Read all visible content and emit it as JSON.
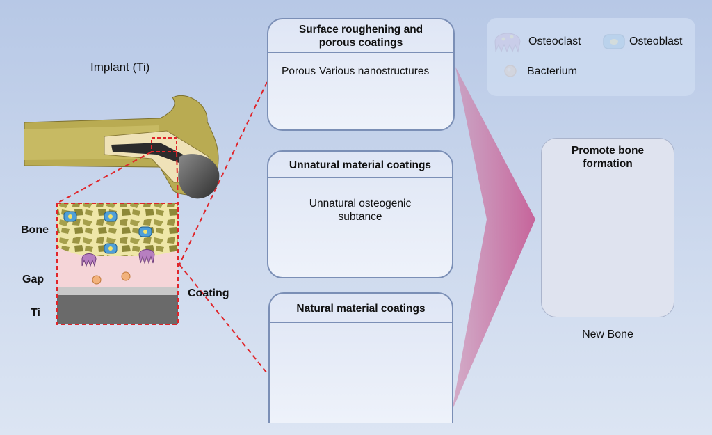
{
  "implant_label": "Implant (Ti)",
  "layer_labels": {
    "bone": "Bone",
    "gap": "Gap",
    "ti": "Ti"
  },
  "coating_label": "Coating",
  "panels": {
    "surface": {
      "title_line1": "Surface roughening and",
      "title_line2": "porous coatings",
      "porous": "Porous",
      "nano": "Various nanostructures"
    },
    "unnatural": {
      "title": "Unnatural material coatings",
      "sub_line1": "Unnatural osteogenic",
      "sub_line2": "subtance"
    },
    "natural": {
      "title": "Natural material coatings"
    }
  },
  "legend": {
    "osteoclast": "Osteoclast",
    "osteoblast": "Osteoblast",
    "bacterium": "Bacterium"
  },
  "result": {
    "title_line1": "Promote bone",
    "title_line2": "formation",
    "caption": "New Bone"
  },
  "colors": {
    "bone": "#e6dc8a",
    "bone_dark": "#8f8b3a",
    "gap": "#f5d5d8",
    "ti_light": "#c8c8c8",
    "ti_dark": "#6a6a6a",
    "dashed_red": "#e0252a",
    "arrow": "#c9739d",
    "osteoblast": "#4f9fd8",
    "osteoclast": "#b77fc0",
    "bacterium": "#f2b27c"
  }
}
